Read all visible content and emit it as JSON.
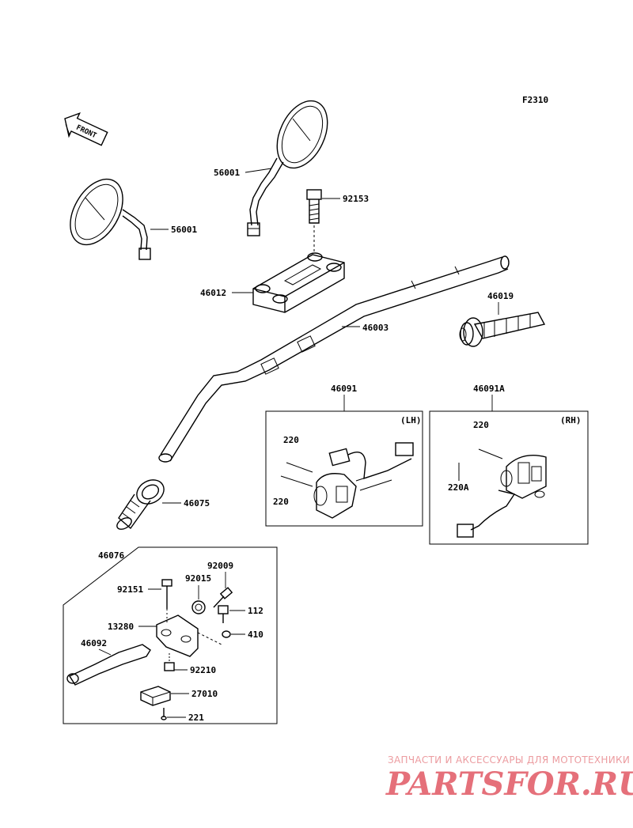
{
  "figure_code": "F2310",
  "front_arrow": {
    "text": "FRONT",
    "icon": "front-arrow-icon"
  },
  "parts": {
    "mirror_left": "56001",
    "mirror_right": "56001",
    "bolt_holder": "92153",
    "holder": "46012",
    "handlebar": "46003",
    "grip_throttle": "46019",
    "grip_left": "46075",
    "switch_lh": "46091",
    "switch_rh": "46091A",
    "lever_assy": "46076",
    "lh_screw_a": "220",
    "lh_screw_b": "220",
    "rh_screw_a": "220",
    "rh_screw_b": "220A",
    "bolt_92009": "92009",
    "bolt_92151": "92151",
    "collar_92015": "92015",
    "nut_112": "112",
    "washer_410": "410",
    "bracket_13280": "13280",
    "lever_46092": "46092",
    "bushing_92210": "92210",
    "switch_27010": "27010",
    "screw_221": "221"
  },
  "box_tags": {
    "lh": "(LH)",
    "rh": "(RH)"
  },
  "watermark": {
    "caption": "ЗАПЧАСТИ И АКСЕССУАРЫ ДЛЯ МОТОТЕХНИКИ",
    "brand": "PARTSFOR.RU"
  }
}
